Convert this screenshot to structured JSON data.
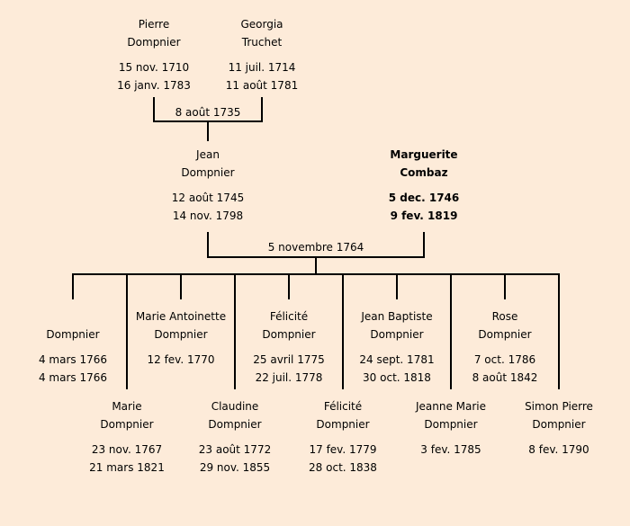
{
  "grandparents": {
    "father": {
      "first": "Pierre",
      "last": "Dompnier",
      "birth": "15 nov. 1710",
      "death": "16 janv. 1783"
    },
    "mother": {
      "first": "Georgia",
      "last": "Truchet",
      "birth": "11 juil. 1714",
      "death": "11 août 1781"
    },
    "marriage": "8 août 1735"
  },
  "parents": {
    "father": {
      "first": "Jean",
      "last": "Dompnier",
      "birth": "12 août 1745",
      "death": "14 nov. 1798"
    },
    "mother": {
      "first": "Marguerite",
      "last": "Combaz",
      "birth": "5 dec. 1746",
      "death": "9 fev. 1819"
    },
    "marriage": "5 novembre 1764"
  },
  "children": [
    {
      "first": "",
      "last": "Dompnier",
      "birth": "4 mars 1766",
      "death": "4 mars 1766"
    },
    {
      "first": "Marie",
      "last": "Dompnier",
      "birth": "23 nov. 1767",
      "death": "21 mars 1821"
    },
    {
      "first": "Marie Antoinette",
      "last": "Dompnier",
      "birth": "12 fev. 1770",
      "death": ""
    },
    {
      "first": "Claudine",
      "last": "Dompnier",
      "birth": "23 août 1772",
      "death": "29 nov. 1855"
    },
    {
      "first": "Félicité",
      "last": "Dompnier",
      "birth": "25 avril 1775",
      "death": "22 juil. 1778"
    },
    {
      "first": "Félicité",
      "last": "Dompnier",
      "birth": "17 fev. 1779",
      "death": "28 oct. 1838"
    },
    {
      "first": "Jean Baptiste",
      "last": "Dompnier",
      "birth": "24 sept. 1781",
      "death": "30 oct. 1818"
    },
    {
      "first": "Jeanne Marie",
      "last": "Dompnier",
      "birth": "3 fev. 1785",
      "death": ""
    },
    {
      "first": "Rose",
      "last": "Dompnier",
      "birth": "7 oct. 1786",
      "death": "8 août 1842"
    },
    {
      "first": "Simon Pierre",
      "last": "Dompnier",
      "birth": "8 fev. 1790",
      "death": ""
    }
  ]
}
